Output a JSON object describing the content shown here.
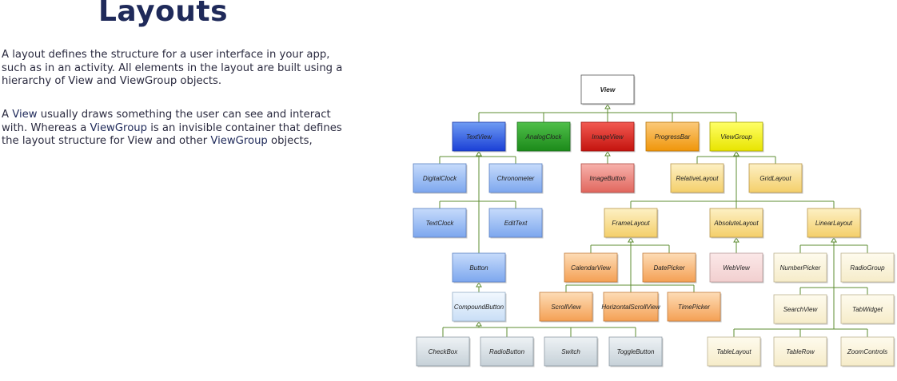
{
  "title": "Layouts",
  "paragraph1": "A layout defines the structure for a user interface in your app, such as in an activity. All elements in the layout are built using a hierarchy of View and ViewGroup objects.",
  "paragraph2": {
    "t1": "A ",
    "k1": "View",
    "t2": " usually draws something the user can see and interact with. Whereas a ",
    "k2": "ViewGroup",
    "t3": " is an invisible container that defines the layout structure for View and other ",
    "k3": "ViewGroup",
    "t4": " objects,"
  },
  "colors": {
    "white": [
      "#ffffff",
      "#ffffff",
      "#555555"
    ],
    "blue": [
      "#6f9cf3",
      "#1a3fd6",
      "#1a36a8"
    ],
    "green": [
      "#4fbf4a",
      "#1c8a1a",
      "#1a6e18"
    ],
    "red": [
      "#f25a52",
      "#c4130e",
      "#9c100c"
    ],
    "orange": [
      "#fbc97a",
      "#f0960a",
      "#b97406"
    ],
    "yellow": [
      "#ffff66",
      "#e8e400",
      "#a8a500"
    ],
    "lightblue": [
      "#c6dbfb",
      "#7da7ee",
      "#5a7fc2"
    ],
    "lightred": [
      "#f7b2ac",
      "#e1665d",
      "#b04a43"
    ],
    "lightyellow": [
      "#fdf0c4",
      "#f4cf6a",
      "#b9974b"
    ],
    "lightorange": [
      "#fddcb6",
      "#f4a054",
      "#c27b3b"
    ],
    "pink": [
      "#fbe8e8",
      "#f2cfcf",
      "#b99a9a"
    ],
    "cream": [
      "#fefbee",
      "#f6ecc9",
      "#bdb291"
    ],
    "paleblue": [
      "#f2f8fe",
      "#c9def6",
      "#94aec8"
    ],
    "gray": [
      "#eef2f5",
      "#c6d1d8",
      "#8e9ba5"
    ]
  },
  "nodes": [
    {
      "id": "View",
      "label": "View",
      "color": "white"
    },
    {
      "id": "TextView",
      "label": "TextView",
      "color": "blue",
      "parent": "View"
    },
    {
      "id": "AnalogClock",
      "label": "AnalogClock",
      "color": "green",
      "parent": "View"
    },
    {
      "id": "ImageView",
      "label": "ImageView",
      "color": "red",
      "parent": "View"
    },
    {
      "id": "ProgressBar",
      "label": "ProgressBar",
      "color": "orange",
      "parent": "View"
    },
    {
      "id": "ViewGroup",
      "label": "ViewGroup",
      "color": "yellow",
      "parent": "View"
    },
    {
      "id": "DigitalClock",
      "label": "DigitalClock",
      "color": "lightblue",
      "parent": "TextView"
    },
    {
      "id": "Chronometer",
      "label": "Chronometer",
      "color": "lightblue",
      "parent": "TextView"
    },
    {
      "id": "TextClock",
      "label": "TextClock",
      "color": "lightblue",
      "parent": "TextView"
    },
    {
      "id": "EditText",
      "label": "EditText",
      "color": "lightblue",
      "parent": "TextView"
    },
    {
      "id": "Button",
      "label": "Button",
      "color": "lightblue",
      "parent": "TextView"
    },
    {
      "id": "ImageButton",
      "label": "ImageButton",
      "color": "lightred",
      "parent": "ImageView"
    },
    {
      "id": "RelativeLayout",
      "label": "RelativeLayout",
      "color": "lightyellow",
      "parent": "ViewGroup"
    },
    {
      "id": "GridLayout",
      "label": "GridLayout",
      "color": "lightyellow",
      "parent": "ViewGroup"
    },
    {
      "id": "FrameLayout",
      "label": "FrameLayout",
      "color": "lightyellow",
      "parent": "ViewGroup"
    },
    {
      "id": "AbsoluteLayout",
      "label": "AbsoluteLayout",
      "color": "lightyellow",
      "parent": "ViewGroup"
    },
    {
      "id": "LinearLayout",
      "label": "LinearLayout",
      "color": "lightyellow",
      "parent": "ViewGroup"
    },
    {
      "id": "CalendarView",
      "label": "CalendarView",
      "color": "lightorange",
      "parent": "FrameLayout"
    },
    {
      "id": "DatePicker",
      "label": "DatePicker",
      "color": "lightorange",
      "parent": "FrameLayout"
    },
    {
      "id": "ScrollView",
      "label": "ScrollView",
      "color": "lightorange",
      "parent": "FrameLayout"
    },
    {
      "id": "HorizontalScrollView",
      "label": "HorizontalScrollView",
      "color": "lightorange",
      "parent": "FrameLayout"
    },
    {
      "id": "TimePicker",
      "label": "TimePicker",
      "color": "lightorange",
      "parent": "FrameLayout"
    },
    {
      "id": "WebView",
      "label": "WebView",
      "color": "pink",
      "parent": "AbsoluteLayout"
    },
    {
      "id": "NumberPicker",
      "label": "NumberPicker",
      "color": "cream",
      "parent": "LinearLayout"
    },
    {
      "id": "RadioGroup",
      "label": "RadioGroup",
      "color": "cream",
      "parent": "LinearLayout"
    },
    {
      "id": "SearchView",
      "label": "SearchView",
      "color": "cream",
      "parent": "LinearLayout"
    },
    {
      "id": "TabWidget",
      "label": "TabWidget",
      "color": "cream",
      "parent": "LinearLayout"
    },
    {
      "id": "TableLayout",
      "label": "TableLayout",
      "color": "cream",
      "parent": "LinearLayout"
    },
    {
      "id": "TableRow",
      "label": "TableRow",
      "color": "cream",
      "parent": "LinearLayout"
    },
    {
      "id": "ZoomControls",
      "label": "ZoomControls",
      "color": "cream",
      "parent": "LinearLayout"
    },
    {
      "id": "CompoundButton",
      "label": "CompoundButton",
      "color": "paleblue",
      "parent": "Button"
    },
    {
      "id": "CheckBox",
      "label": "CheckBox",
      "color": "gray",
      "parent": "CompoundButton"
    },
    {
      "id": "RadioButton",
      "label": "RadioButton",
      "color": "gray",
      "parent": "CompoundButton"
    },
    {
      "id": "Switch",
      "label": "Switch",
      "color": "gray",
      "parent": "CompoundButton"
    },
    {
      "id": "ToggleButton",
      "label": "ToggleButton",
      "color": "gray",
      "parent": "CompoundButton"
    }
  ]
}
